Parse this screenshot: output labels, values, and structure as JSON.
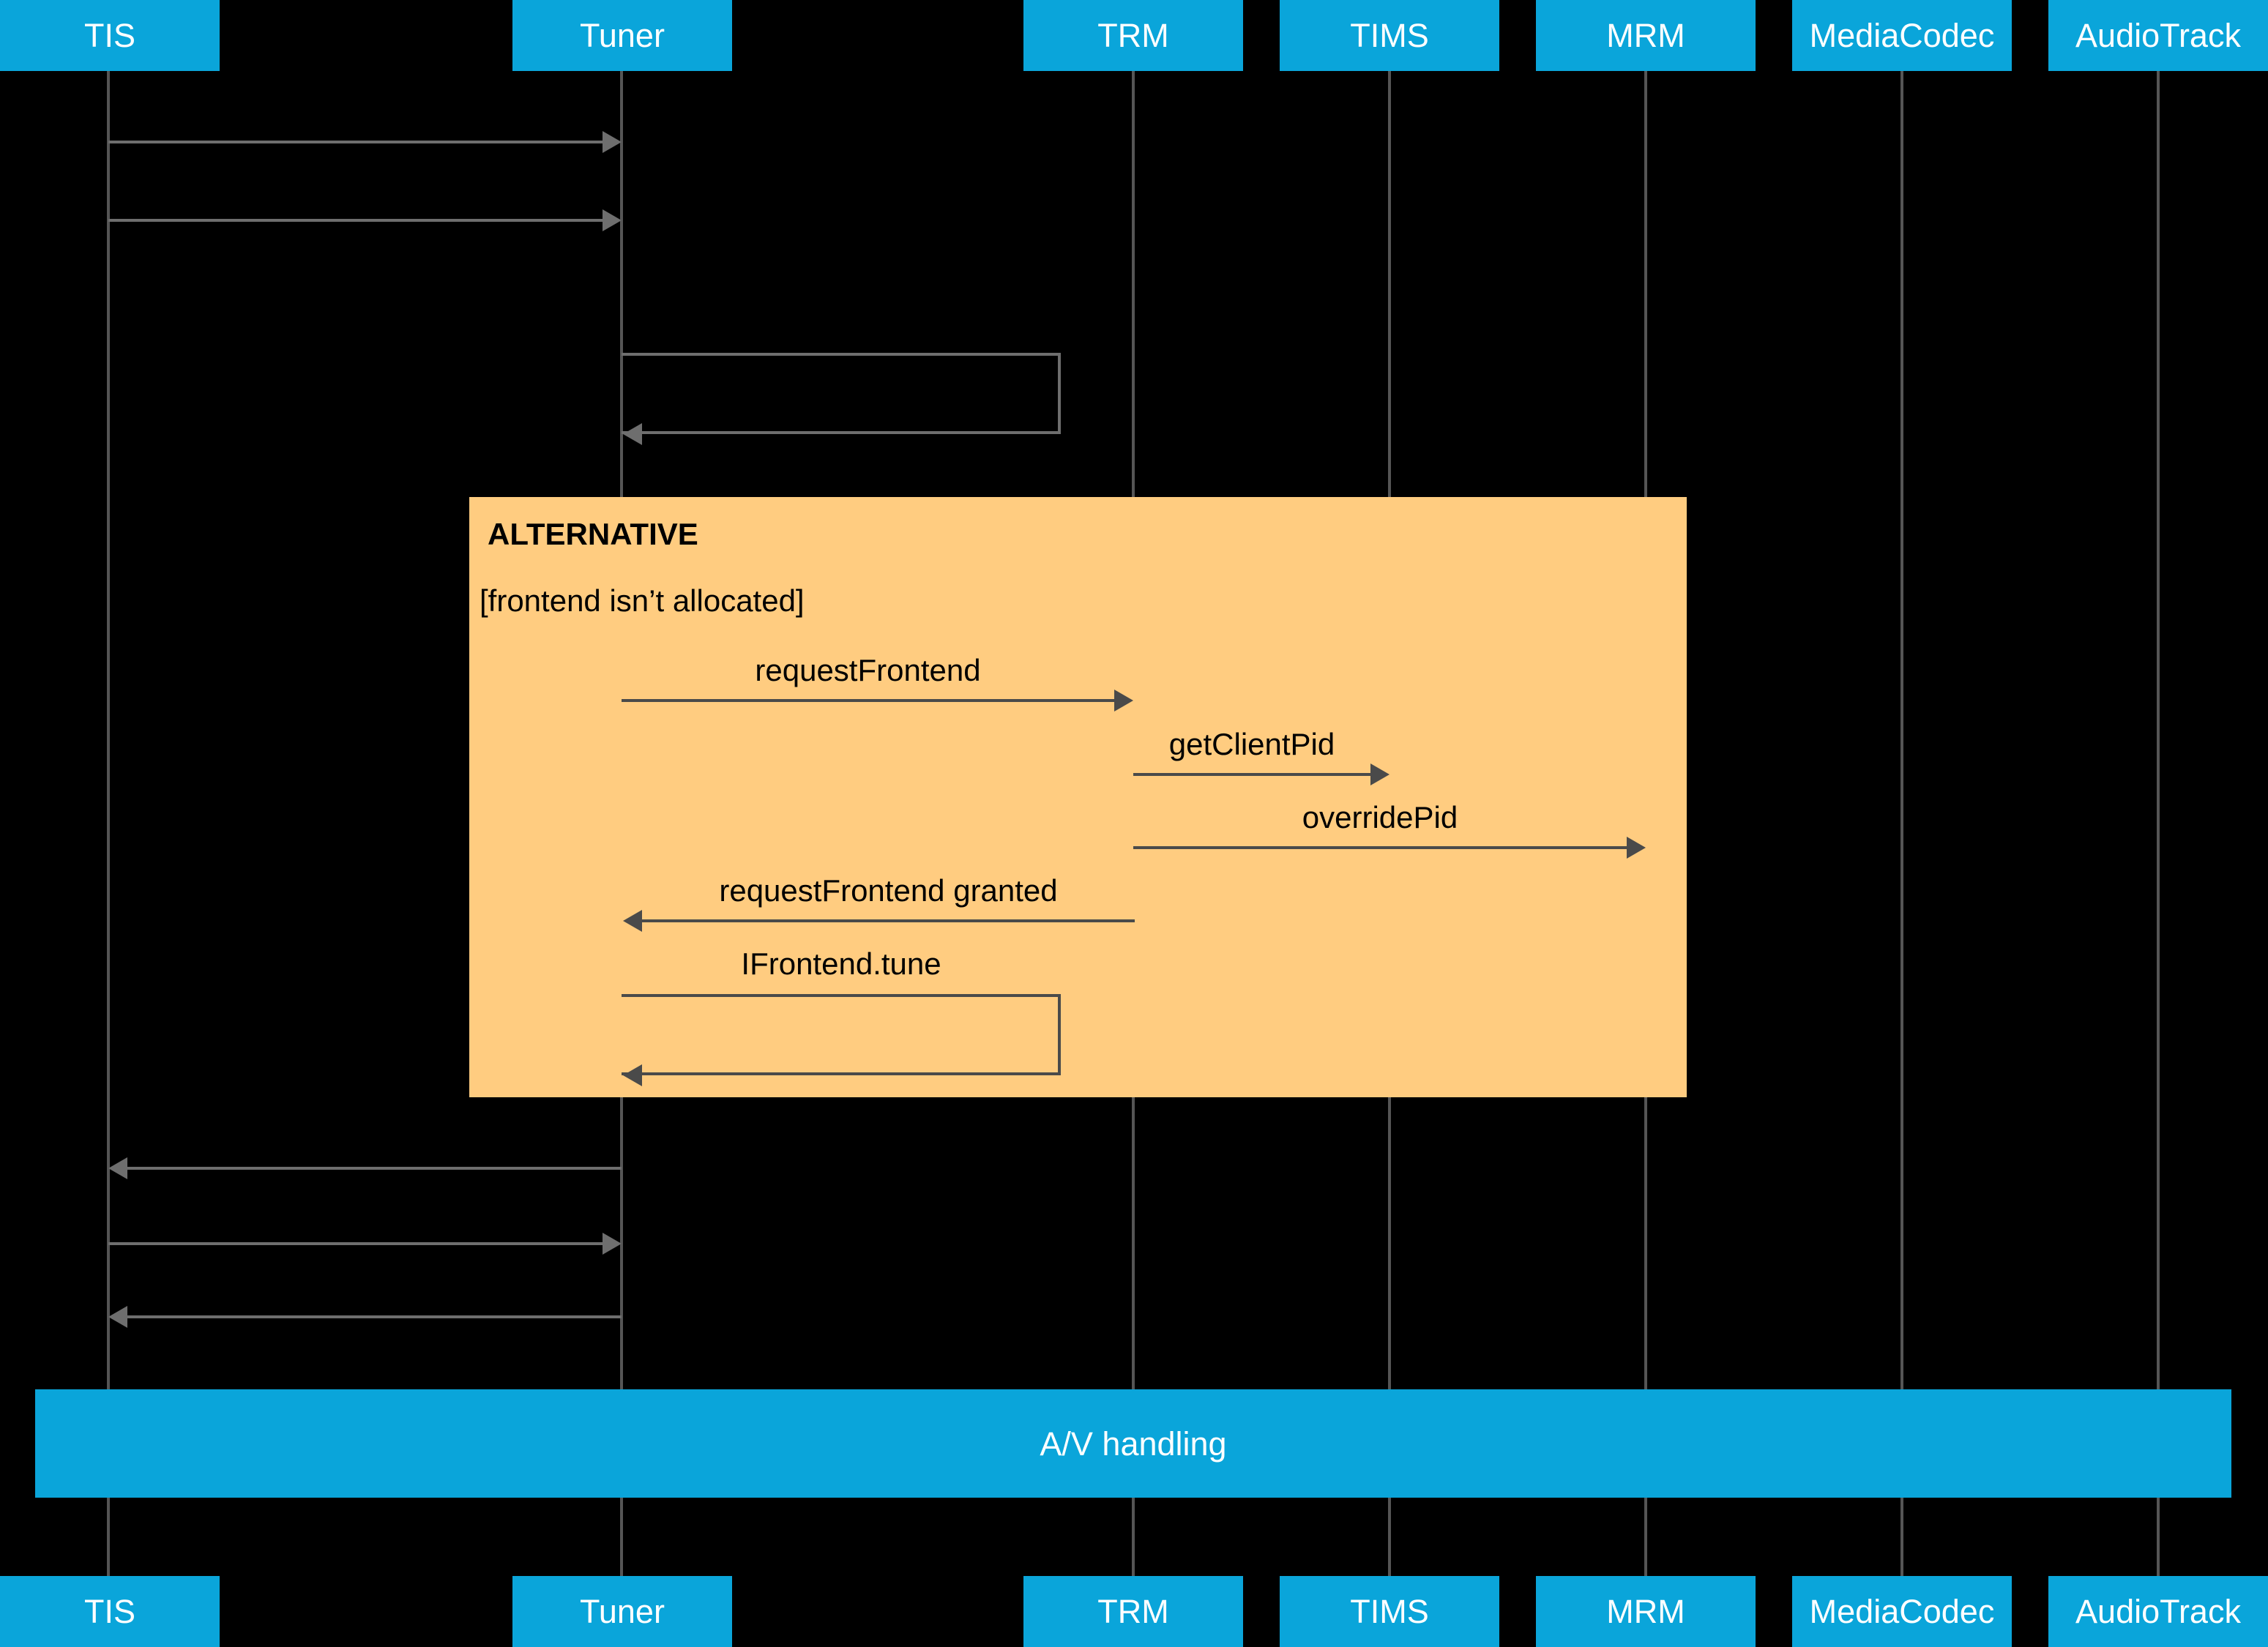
{
  "diagram": {
    "type": "uml-sequence-diagram",
    "background_color": "#000000",
    "participant_color": "#0AA5DA",
    "fragment_color": "#FFCC80",
    "line_color": "#4A4A4A"
  },
  "participants": [
    {
      "id": "tis",
      "label": "TIS"
    },
    {
      "id": "tuner",
      "label": "Tuner"
    },
    {
      "id": "trm",
      "label": "TRM"
    },
    {
      "id": "tims",
      "label": "TIMS"
    },
    {
      "id": "mrm",
      "label": "MRM"
    },
    {
      "id": "mediacodec",
      "label": "MediaCodec"
    },
    {
      "id": "audiotrack",
      "label": "AudioTrack"
    }
  ],
  "fragment": {
    "kind": "ALTERNATIVE",
    "title": "ALTERNATIVE",
    "guard": "[frontend isn’t allocated]"
  },
  "messages": [
    {
      "id": "m1",
      "label": "",
      "from": "tis",
      "to": "tuner"
    },
    {
      "id": "m2",
      "label": "",
      "from": "tis",
      "to": "tuner"
    },
    {
      "id": "m3",
      "label": "",
      "from": "tuner",
      "to": "tuner"
    },
    {
      "id": "m4",
      "label": "requestFrontend",
      "from": "tuner",
      "to": "trm"
    },
    {
      "id": "m5",
      "label": "getClientPid",
      "from": "trm",
      "to": "tims"
    },
    {
      "id": "m6",
      "label": "overridePid",
      "from": "trm",
      "to": "mrm"
    },
    {
      "id": "m7",
      "label": "requestFrontend granted",
      "from": "trm",
      "to": "tuner"
    },
    {
      "id": "m8",
      "label": "IFrontend.tune",
      "from": "tuner",
      "to": "tuner"
    },
    {
      "id": "m9",
      "label": "",
      "from": "tuner",
      "to": "tis"
    },
    {
      "id": "m10",
      "label": "",
      "from": "tis",
      "to": "tuner"
    },
    {
      "id": "m11",
      "label": "",
      "from": "tuner",
      "to": "tis"
    }
  ],
  "av_bar": {
    "label": "A/V handling"
  }
}
